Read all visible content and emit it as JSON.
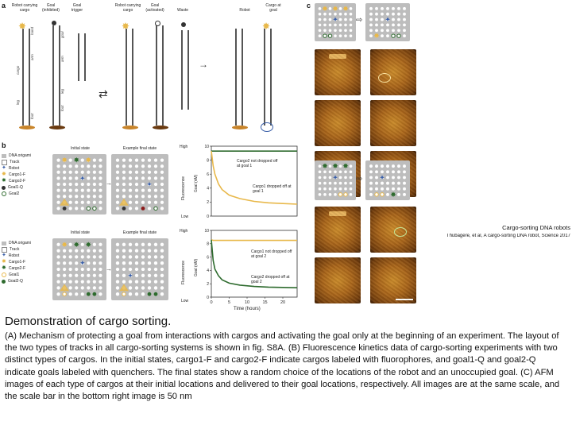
{
  "panels": {
    "a": {
      "label": "a",
      "top_headers": [
        {
          "text": "Robot carrying cargo"
        },
        {
          "text": "Goal (inhibited)"
        },
        {
          "text": "Goal trigger"
        },
        {
          "text": "Robot carrying cargo"
        },
        {
          "text": "Goal (activated)"
        },
        {
          "text": "Waste"
        },
        {
          "text": "Robot"
        },
        {
          "text": "Cargo at goal"
        }
      ],
      "strand_labels": [
        "hand",
        "arm",
        "leg",
        "foot",
        "goal",
        "arm",
        "cargo",
        "foot",
        "leg"
      ]
    },
    "b": {
      "label": "b",
      "legend_top": [
        "DNA origami",
        "Track",
        "Robot",
        "Cargo1-F",
        "Cargo2-F",
        "Goal1-Q",
        "Goal2"
      ],
      "legend_bottom": [
        "DNA origami",
        "Track",
        "Robot",
        "Cargo1-F",
        "Cargo2-F",
        "Goal1",
        "Goal2-Q"
      ],
      "initial_state": "Initial state",
      "final_state": "Example final state",
      "plot_top": {
        "high": "High",
        "low": "Low",
        "ylabel": "Fluorescence",
        "ylabel2": "Goal (nM)",
        "yticks": [
          "10",
          "8",
          "6",
          "4",
          "2",
          "0"
        ],
        "annotation1": "Cargo2 not dropped off at goal 1",
        "annotation2": "Cargo1 dropped off at goal 1"
      },
      "plot_bottom": {
        "high": "High",
        "low": "Low",
        "ylabel": "Fluorescence",
        "ylabel2": "Goal (nM)",
        "yticks": [
          "10",
          "8",
          "6",
          "4",
          "2",
          "0"
        ],
        "xticks": [
          "0",
          "5",
          "10",
          "15",
          "20"
        ],
        "xlabel": "Time (hours)",
        "annotation1": "Cargo1 not dropped off at goal 2",
        "annotation2": "Cargo2 dropped off at goal 2"
      }
    },
    "c": {
      "label": "c"
    }
  },
  "credit": {
    "line1": "Cargo-sorting DNA robots",
    "line2": "Thubagere, et al, A cargo-sorting DNA robot, Science 2017"
  },
  "caption": {
    "title": "Demonstration of cargo sorting.",
    "body": "(A) Mechanism of protecting a goal from interactions with cargos and activating the goal only at the beginning of an experiment. The layout of the two types of tracks in all cargo-sorting systems is shown in fig. S8A. (B) Fluorescence kinetics data of cargo-sorting experiments with two distinct types of cargos. In the initial states, cargo1-F and cargo2-F indicate cargos labeled with fluorophores, and goal1-Q and goal2-Q indicate goals labeled with quenchers. The final states show a random choice of the locations of the robot and an unoccupied goal. (C) AFM images of each type of cargos at their initial locations and delivered to their goal locations, respectively. All images are at the same scale, and the scale bar in the bottom right image is 50 nm"
  },
  "colors": {
    "cargo1": "#e8b84a",
    "cargo2": "#2e6b2e",
    "robot": "#3a5fa8",
    "origami": "#bdbdbd",
    "track": "#ffffff"
  },
  "chart_data": [
    {
      "type": "line",
      "x": [
        0,
        0.5,
        1,
        2,
        3,
        5,
        8,
        12,
        16,
        20,
        24
      ],
      "series": [
        {
          "name": "Cargo2 not dropped off at goal 1",
          "values": [
            9.3,
            9.3,
            9.3,
            9.3,
            9.3,
            9.3,
            9.3,
            9.3,
            9.3,
            9.3,
            9.3
          ]
        },
        {
          "name": "Cargo1 dropped off at goal 1",
          "values": [
            9.3,
            7.2,
            6.0,
            4.6,
            3.8,
            3.0,
            2.5,
            2.1,
            1.9,
            1.8,
            1.7
          ]
        }
      ],
      "xlim": [
        0,
        24
      ],
      "ylim": [
        0,
        10
      ]
    },
    {
      "type": "line",
      "x": [
        0,
        0.5,
        1,
        2,
        3,
        5,
        8,
        12,
        16,
        20,
        24
      ],
      "series": [
        {
          "name": "Cargo1 not dropped off at goal 2",
          "values": [
            8.6,
            8.5,
            8.5,
            8.5,
            8.5,
            8.5,
            8.5,
            8.5,
            8.5,
            8.5,
            8.5
          ]
        },
        {
          "name": "Cargo2 dropped off at goal 2",
          "values": [
            8.6,
            5.5,
            4.2,
            3.2,
            2.6,
            2.1,
            1.8,
            1.6,
            1.5,
            1.45,
            1.4
          ]
        }
      ],
      "xlim": [
        0,
        24
      ],
      "ylim": [
        0,
        10
      ]
    }
  ]
}
